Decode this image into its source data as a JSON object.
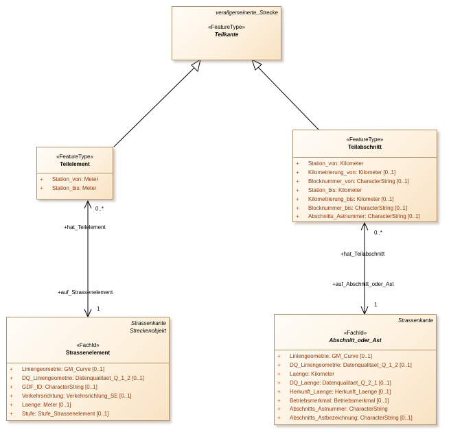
{
  "classes": {
    "teilkante": {
      "context": "verallgemeinerte_Strecke",
      "stereotype": "«FeatureType»",
      "name": "Teilkante",
      "attributes": []
    },
    "teilelement": {
      "stereotype": "«FeatureType»",
      "name": "Teilelement",
      "attributes": [
        {
          "vis": "+",
          "text": "Station_von: Meter"
        },
        {
          "vis": "+",
          "text": "Station_bis: Meter"
        }
      ]
    },
    "teilabschnitt": {
      "stereotype": "«FeatureType»",
      "name": "Teilabschnitt",
      "attributes": [
        {
          "vis": "+",
          "text": "Station_von: Kilometer"
        },
        {
          "vis": "+",
          "text": "Kilometrierung_von: Kilometer [0..1]"
        },
        {
          "vis": "+",
          "text": "Blocknummer_von: CharacterString [0..1]"
        },
        {
          "vis": "+",
          "text": "Station_bis: Kilometer"
        },
        {
          "vis": "+",
          "text": "Kilometrierung_bis: Kilometer [0..1]"
        },
        {
          "vis": "+",
          "text": "Blocknummer_bis: CharacterString [0..1]"
        },
        {
          "vis": "+",
          "text": "Abschnitts_Astnummer: CharacterString [0..1]"
        }
      ]
    },
    "strassenelement": {
      "context_line1": "Strassenkante",
      "context_line2": "Streckenobjekt",
      "stereotype": "«FachId»",
      "name": "Strassenelement",
      "attributes": [
        {
          "vis": "+",
          "text": "Liniengeometrie: GM_Curve [0..1]"
        },
        {
          "vis": "+",
          "text": "DQ_Liniengeometrie: Datenqualitaet_Q_1_2 [0..1]"
        },
        {
          "vis": "+",
          "text": "GDF_ID: CharacterString [0..1]"
        },
        {
          "vis": "+",
          "text": "Verkehrsrichtung: Verkehrsrichtung_SE [0..1]"
        },
        {
          "vis": "+",
          "text": "Laenge: Meter [0..1]"
        },
        {
          "vis": "+",
          "text": "Stufe: Stufe_Strassenelement [0..1]"
        }
      ]
    },
    "abschnitt_oder_ast": {
      "context": "Strassenkante",
      "stereotype": "«FachId»",
      "name": "Abschnitt_oder_Ast",
      "attributes": [
        {
          "vis": "+",
          "text": "Liniengeometrie: GM_Curve [0..1]"
        },
        {
          "vis": "+",
          "text": "DQ_Liniengeometrie: Datenqualitaet_Q_1_2 [0..1]"
        },
        {
          "vis": "+",
          "text": "Laenge: Kilometer"
        },
        {
          "vis": "+",
          "text": "DQ_Laenge: Datenqualitaet_Q_2_1 [0..1]"
        },
        {
          "vis": "+",
          "text": "Herkunft_Laenge: Herkunft_Laenge [0..1]"
        },
        {
          "vis": "+",
          "text": "Betriebsmerkmal: Betriebsmerkmal [0..1]"
        },
        {
          "vis": "+",
          "text": "Abschnitts_Astnummer: CharacterString"
        },
        {
          "vis": "+",
          "text": "Abschnitts_Astbezeichnung: CharacterString [0..1]"
        }
      ]
    }
  },
  "associations": {
    "left": {
      "role_top": "+hat_Teilelement",
      "mult_top": "0..*",
      "role_bottom": "+auf_Strassenelement",
      "mult_bottom": "1"
    },
    "right": {
      "role_top": "+hat_Teilabschnitt",
      "mult_top": "0..*",
      "role_bottom": "+auf_Abschnitt_oder_Ast",
      "mult_bottom": "1"
    }
  },
  "colors": {
    "border": "#b0916a",
    "fill": "#fdf0dc",
    "attribute_text": "#8a3a12",
    "line": "#000000"
  }
}
